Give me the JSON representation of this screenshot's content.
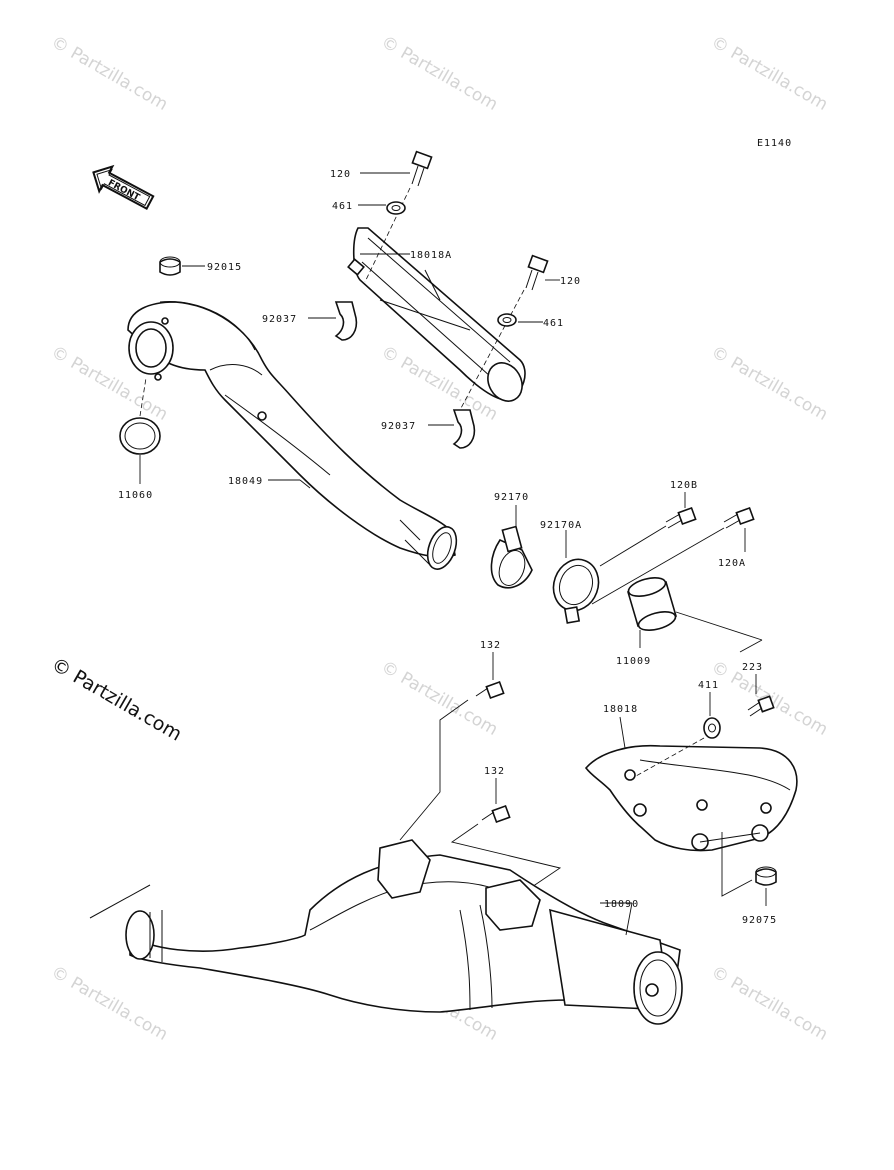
{
  "diagram": {
    "code": "E1140",
    "front_label": "FRONT",
    "copyright": "© Partzilla.com",
    "watermark_text": "© Partzilla.com",
    "parts": [
      {
        "id": "bolt-120-top",
        "number": "120"
      },
      {
        "id": "washer-461-top",
        "number": "461"
      },
      {
        "id": "guard-18018a",
        "number": "18018A"
      },
      {
        "id": "bolt-120-right",
        "number": "120"
      },
      {
        "id": "washer-461-right",
        "number": "461"
      },
      {
        "id": "collar-92015",
        "number": "92015"
      },
      {
        "id": "bracket-92037-upper",
        "number": "92037"
      },
      {
        "id": "bracket-92037-lower",
        "number": "92037"
      },
      {
        "id": "gasket-11060",
        "number": "11060"
      },
      {
        "id": "pipe-18049",
        "number": "18049"
      },
      {
        "id": "clamp-92170",
        "number": "92170"
      },
      {
        "id": "clamp-92170a",
        "number": "92170A"
      },
      {
        "id": "bolt-120b",
        "number": "120B"
      },
      {
        "id": "bolt-120a",
        "number": "120A"
      },
      {
        "id": "gasket-11009",
        "number": "11009"
      },
      {
        "id": "bolt-132-upper",
        "number": "132"
      },
      {
        "id": "bolt-132-lower",
        "number": "132"
      },
      {
        "id": "washer-411",
        "number": "411"
      },
      {
        "id": "bolt-223",
        "number": "223"
      },
      {
        "id": "cover-18018",
        "number": "18018"
      },
      {
        "id": "muffler-18090",
        "number": "18090"
      },
      {
        "id": "collar-92075",
        "number": "92075"
      }
    ]
  }
}
